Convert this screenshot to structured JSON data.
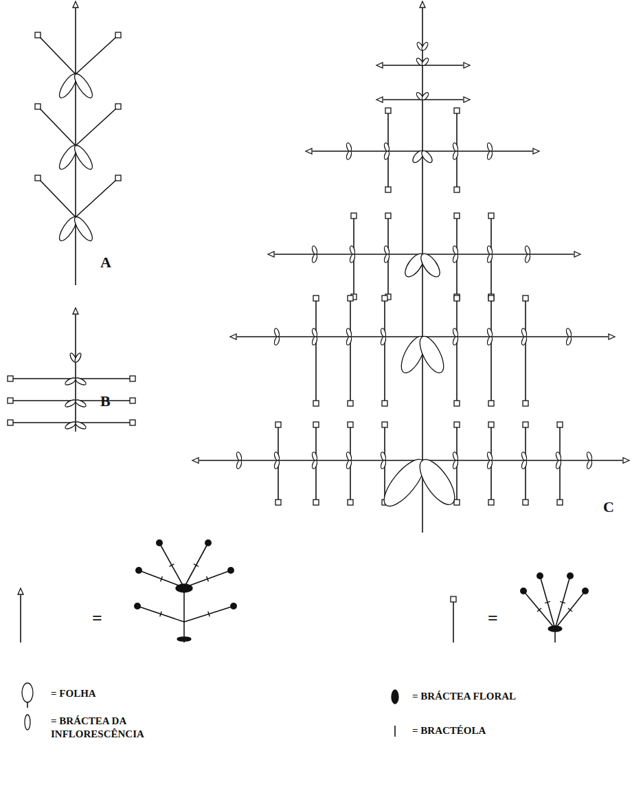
{
  "diagram": {
    "labels": [
      "A",
      "B",
      "C",
      "=",
      "="
    ],
    "legend": [
      {
        "text": "= FOLHA"
      },
      {
        "text": "= BRÁCTEA DA INFLORESCÊNCIA"
      },
      {
        "text": "= BRÁCTEA FLORAL"
      },
      {
        "text": "= BRACTÉOLA"
      }
    ]
  }
}
